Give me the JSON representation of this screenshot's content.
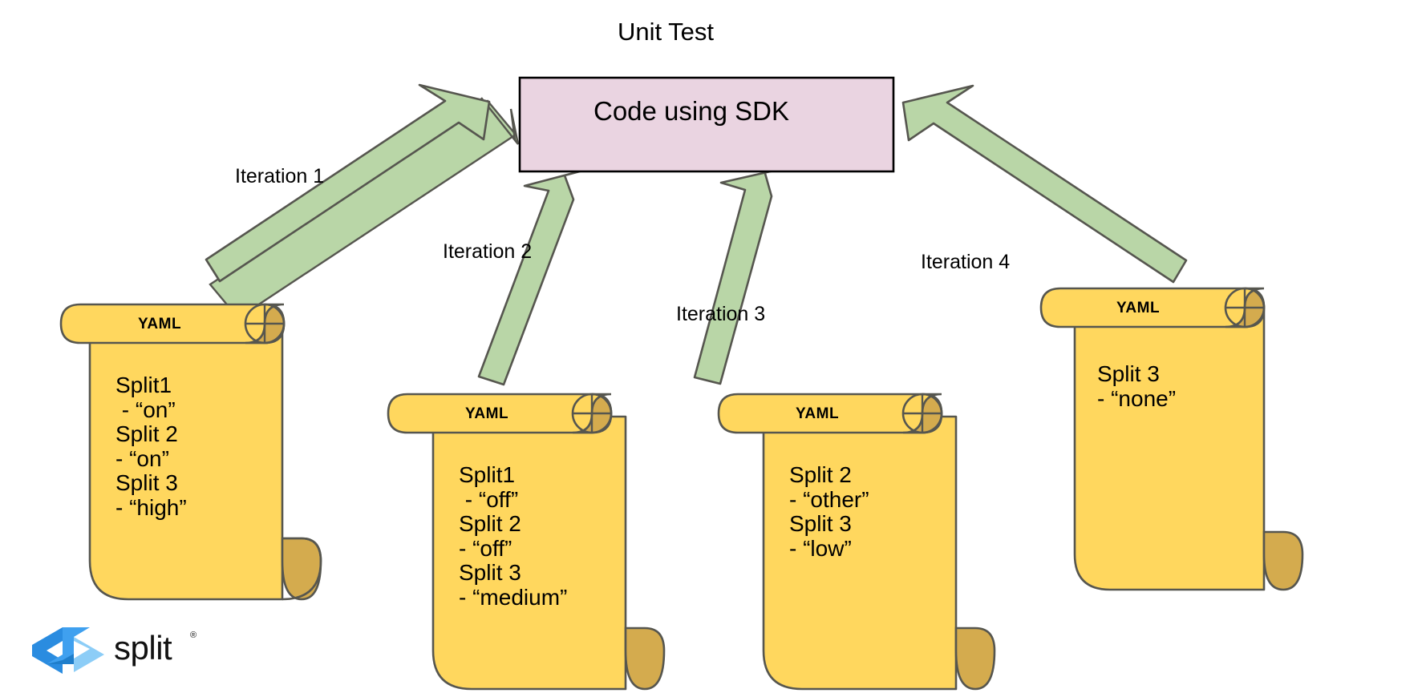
{
  "diagram": {
    "title": "Unit Test",
    "central_box": {
      "label": "Code using SDK",
      "fill": "#ead4e1",
      "stroke": "#000000"
    },
    "arrow": {
      "fill": "#b9d6a7",
      "stroke": "#56564f"
    },
    "scroll": {
      "fill": "#ffd75e",
      "stroke": "#56564f",
      "curl_fill": "#d4ab4e",
      "header_label": "YAML"
    },
    "arrows": [
      {
        "label": "Iteration 1",
        "direction": "up-right"
      },
      {
        "label": "Iteration 2",
        "direction": "up-left"
      },
      {
        "label": "Iteration 3",
        "direction": "up-left"
      },
      {
        "label": "Iteration 4",
        "direction": "up-left"
      }
    ],
    "documents": [
      {
        "header": "YAML",
        "lines": [
          "Split1",
          " - “on”",
          "Split 2",
          "- “on”",
          "Split 3",
          "- “high”"
        ]
      },
      {
        "header": "YAML",
        "lines": [
          "Split1",
          " - “off”",
          "Split 2",
          "- “off”",
          "Split 3",
          "- “medium”"
        ]
      },
      {
        "header": "YAML",
        "lines": [
          "Split 2",
          "- “other”",
          "Split 3",
          "- “low”"
        ]
      },
      {
        "header": "YAML",
        "lines": [
          "Split 3",
          "- “none”"
        ]
      }
    ],
    "logo": {
      "wordmark": "split",
      "trademark": "®",
      "color_dark": "#2a8ce0",
      "color_mid": "#3fa0ef",
      "color_light": "#8ccdf7"
    }
  }
}
